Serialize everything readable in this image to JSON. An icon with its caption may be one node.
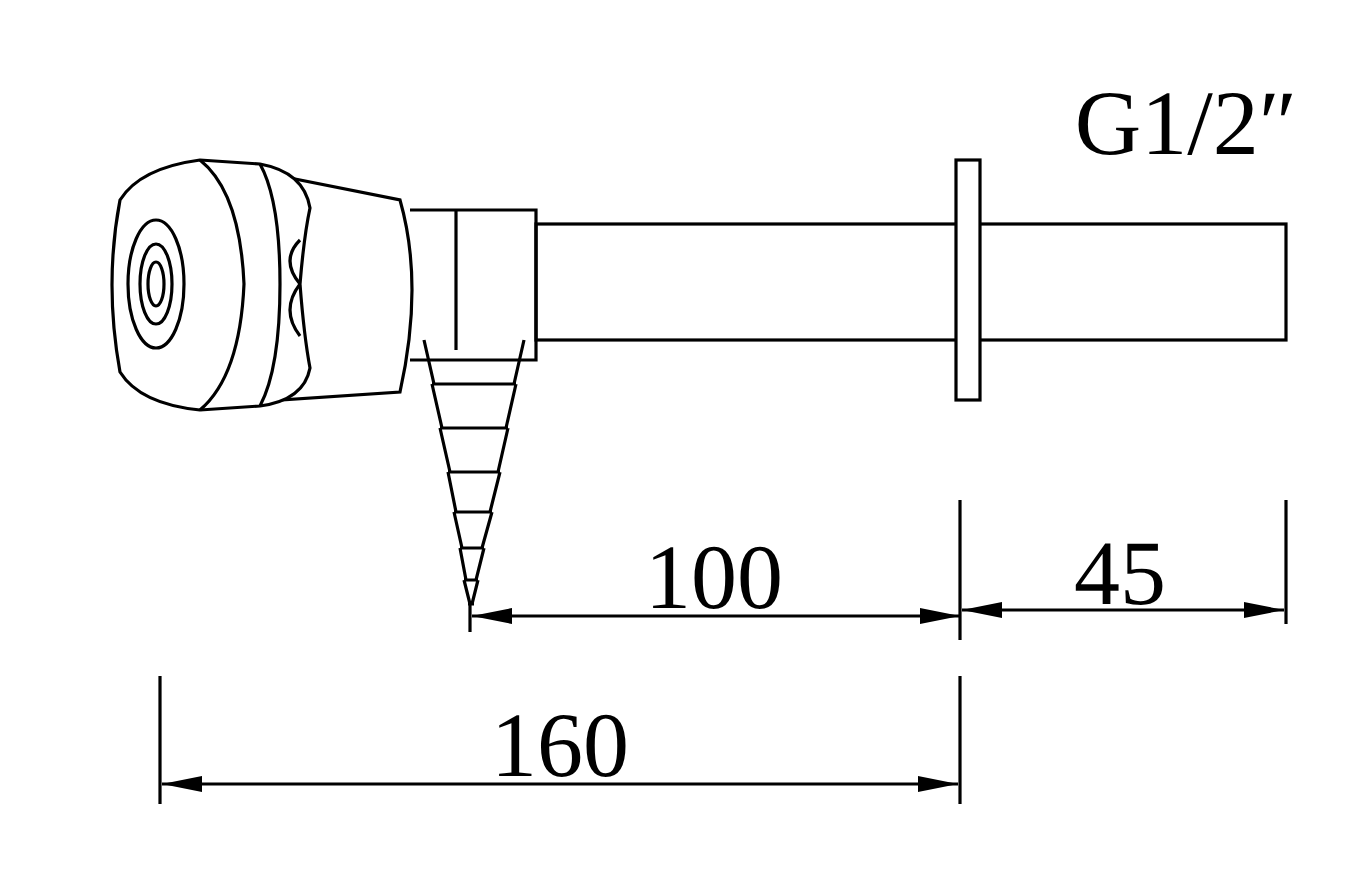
{
  "diagram": {
    "labels": [
      "G1/2″",
      "100",
      "45",
      "160"
    ]
  }
}
